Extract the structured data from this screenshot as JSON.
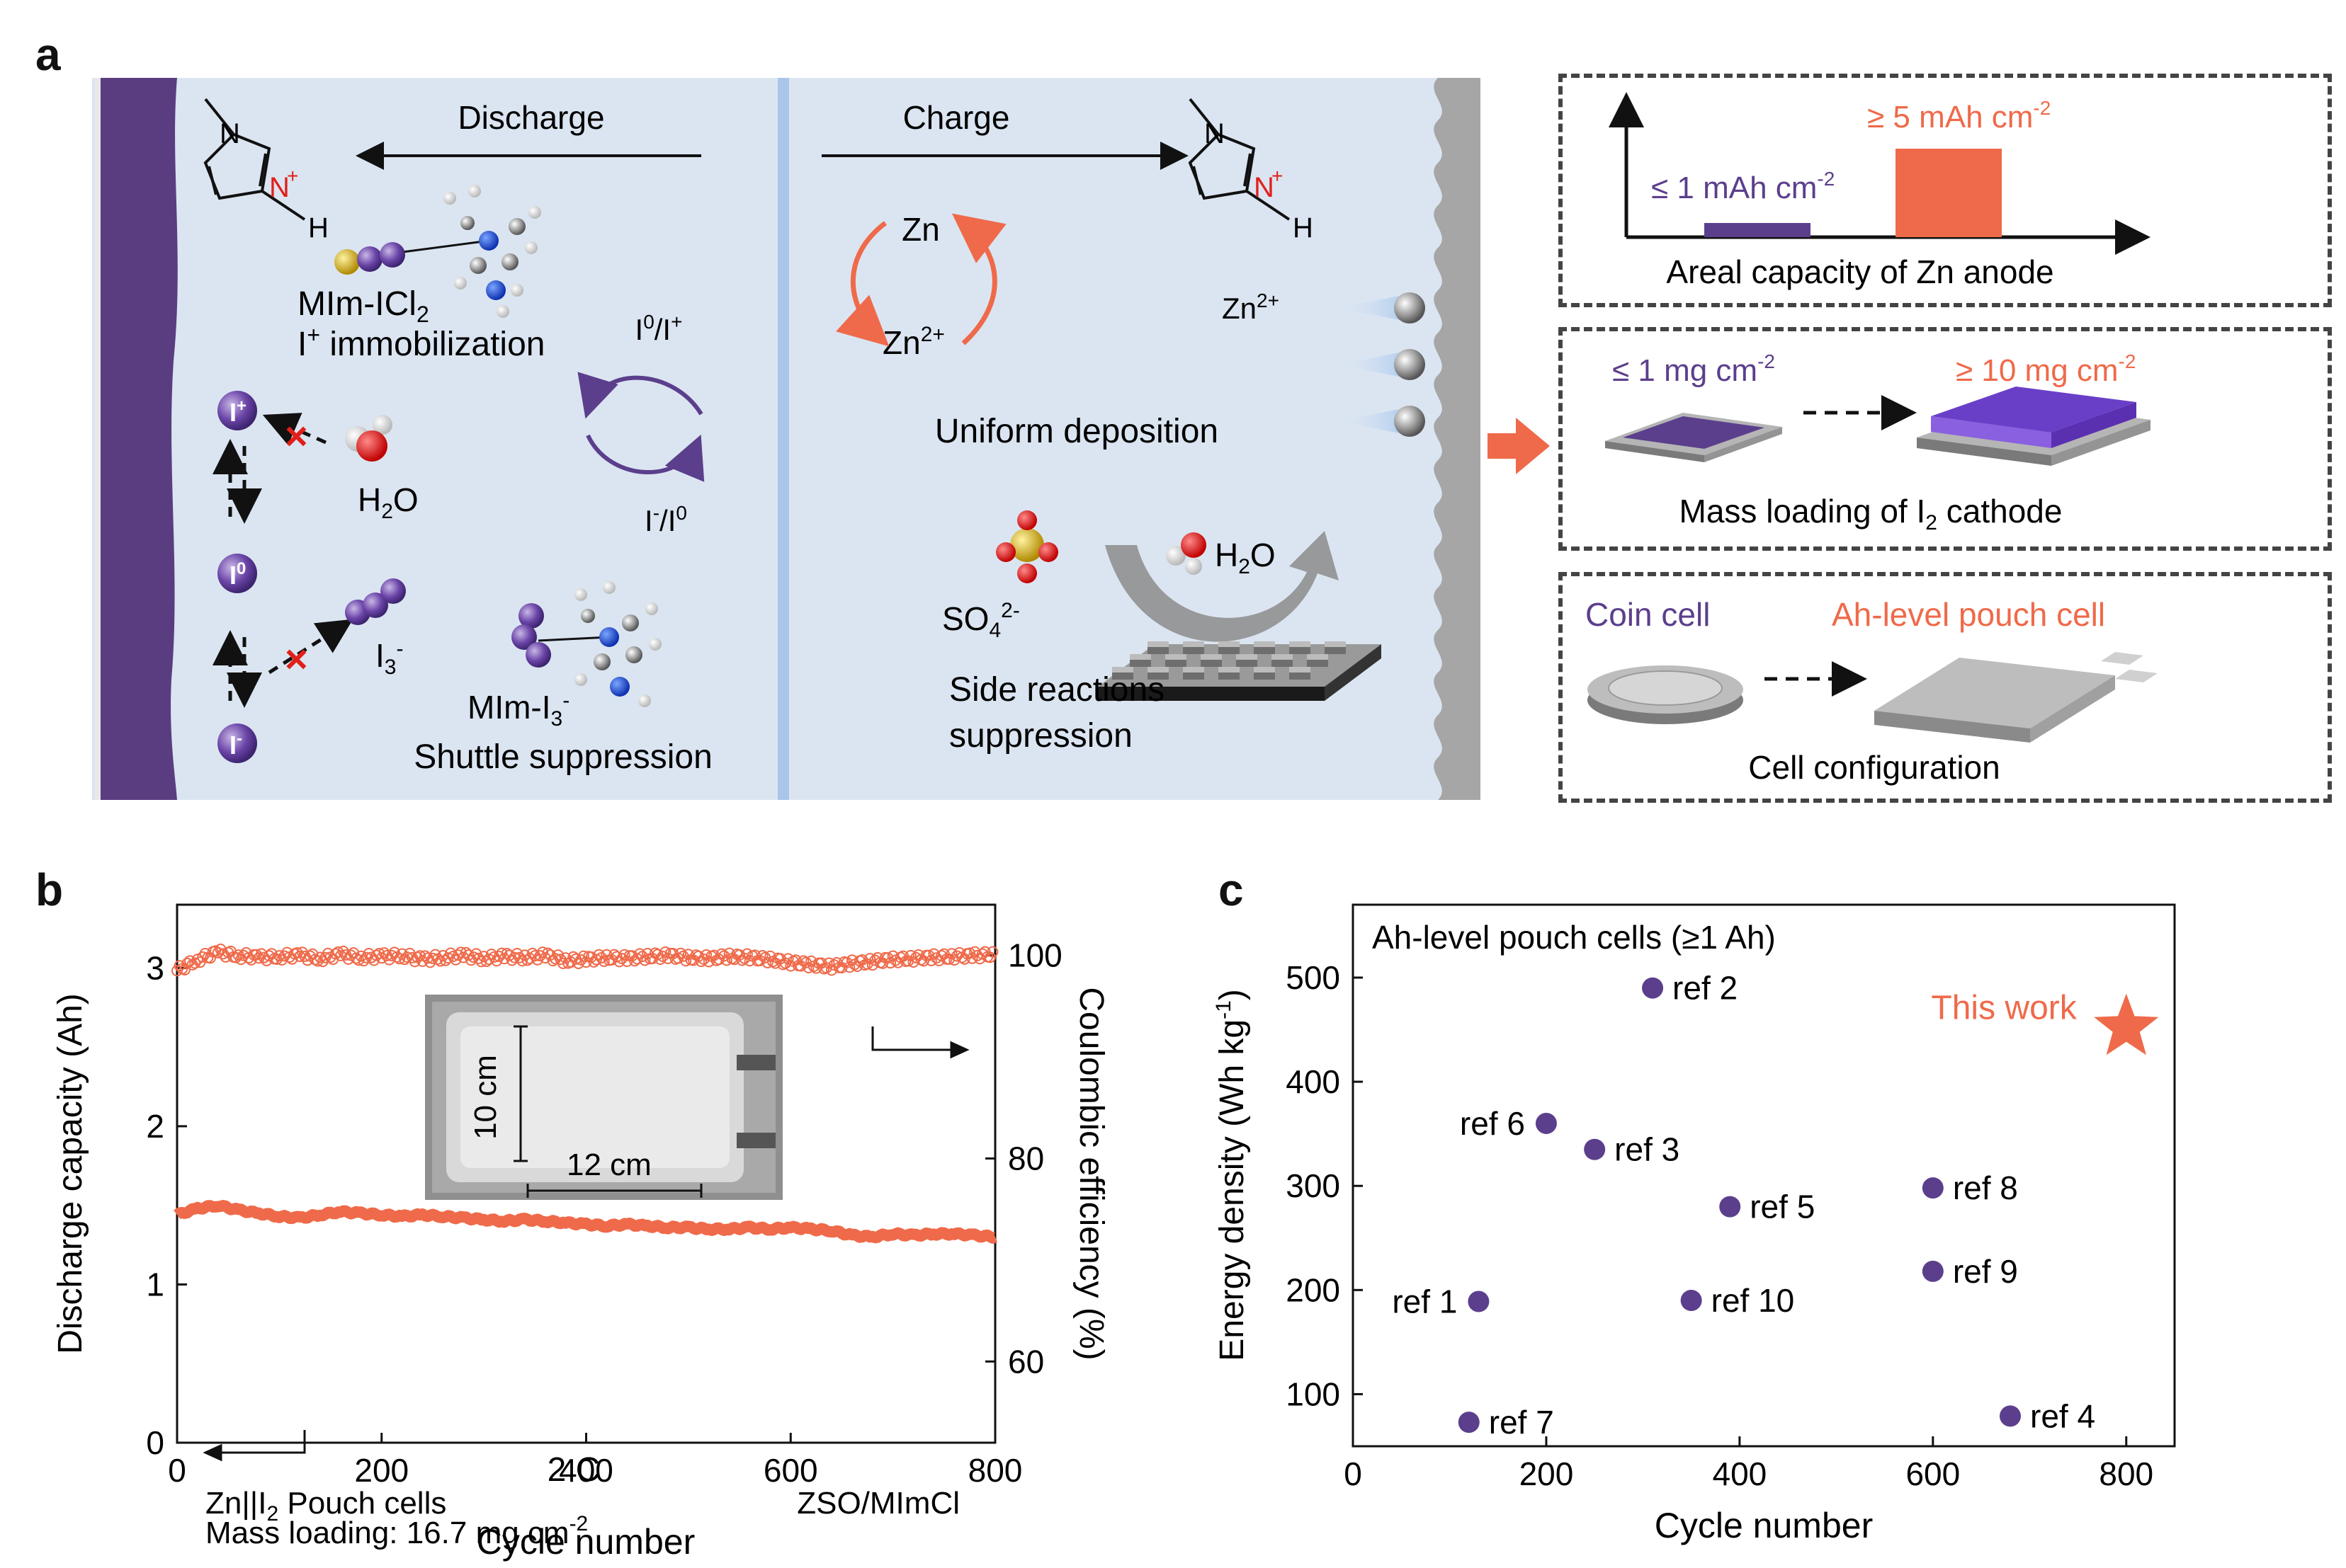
{
  "panel_labels": {
    "a": "a",
    "b": "b",
    "c": "c"
  },
  "panel_a": {
    "discharge_label": "Discharge",
    "charge_label": "Charge",
    "mim_icl2": "MIm-ICl",
    "mim_icl2_sub": "2",
    "i_plus_immobilization": "I",
    "i_plus_immobilization_sup": "+",
    "i_plus_immobilization_rest": " immobilization",
    "i0_iplus": "I",
    "i0_iplus_sup1": "0",
    "i0_iplus_mid": "/I",
    "i0_iplus_sup2": "+",
    "iminus_i0": "I",
    "iminus_i0_sup1": "-",
    "iminus_i0_mid": "/I",
    "iminus_i0_sup2": "0",
    "h2o_left": "H",
    "h2o_left_sub": "2",
    "h2o_left_rest": "O",
    "i3_label": "I",
    "i3_sub": "3",
    "i3_sup": "-",
    "mim_i3": "MIm-I",
    "mim_i3_sub": "3",
    "mim_i3_sup": "-",
    "shuttle_suppression": "Shuttle suppression",
    "ion_iplus": "I",
    "ion_iplus_sup": "+",
    "ion_i0": "I",
    "ion_i0_sup": "0",
    "ion_iminus": "I",
    "ion_iminus_sup": "-",
    "zn_label": "Zn",
    "zn2_label": "Zn",
    "zn2_sup": "2+",
    "zn2_right": "Zn",
    "zn2_right_sup": "2+",
    "uniform_deposition": "Uniform deposition",
    "so4_label": "SO",
    "so4_sub": "4",
    "so4_sup": "2-",
    "h2o_right": "H",
    "h2o_right_sub": "2",
    "h2o_right_rest": "O",
    "side_reactions_1": "Side reactions",
    "side_reactions_2": "suppression",
    "nh_n": "N",
    "nh_plus": "+",
    "nh_h": "H",
    "nh_n_top": "N"
  },
  "side_boxes": {
    "areal": {
      "low_label": "≤ 1 mAh cm",
      "low_sup": "-2",
      "high_label": "≥ 5 mAh cm",
      "high_sup": "-2",
      "caption": "Areal capacity of Zn anode",
      "low_value": 1,
      "high_value": 5
    },
    "mass": {
      "low_label": "≤ 1 mg cm",
      "low_sup": "-2",
      "high_label": "≥ 10 mg cm",
      "high_sup": "-2",
      "caption": "Mass loading of I",
      "caption_sub": "2",
      "caption_rest": " cathode"
    },
    "cell": {
      "left_label": "Coin cell",
      "right_label": "Ah-level pouch cell",
      "caption": "Cell configuration"
    }
  },
  "colors": {
    "purple": "#5b3f8c",
    "orange": "#ef6a4a",
    "panel_bg": "#dbe5f1",
    "electrode": "#5a3d80",
    "gray": "#a6a6a6"
  },
  "panel_b": {
    "ylabel_left": "Discharge capacity (Ah)",
    "ylabel_right": "Coulombic efficiency (%)",
    "xlabel": "Cycle number",
    "annotation_rate": "2 C",
    "legend_line1_a": "Zn||I",
    "legend_line1_sub": "2",
    "legend_line1_b": " Pouch cells",
    "legend_line2": "Mass loading: 16.7 mg cm",
    "legend_line2_sup": "-2",
    "legend_electrolyte": "ZSO/MImCl",
    "inset_height": "10 cm",
    "inset_width": "12 cm"
  },
  "panel_c": {
    "title": "Ah-level pouch cells (≥1 Ah)",
    "ylabel": "Energy density (Wh kg",
    "ylabel_sup": "-1",
    "ylabel_end": ")",
    "xlabel": "Cycle number",
    "this_work_label": "This work"
  },
  "chart_data": [
    {
      "type": "line",
      "xlabel": "Cycle number",
      "ylabel": "Discharge capacity (Ah)",
      "ylabel_right": "Coulombic efficiency (%)",
      "xlim": [
        0,
        800
      ],
      "ylim": [
        0,
        3.4
      ],
      "ylim_right": [
        52,
        105
      ],
      "xticks": [
        0,
        200,
        400,
        600,
        800
      ],
      "yticks": [
        0,
        1,
        2,
        3
      ],
      "yticks_right": [
        60,
        80,
        100
      ],
      "series": [
        {
          "axis": "left",
          "x": [
            0,
            20,
            40,
            60,
            80,
            100,
            120,
            140,
            160,
            180,
            200,
            220,
            240,
            260,
            280,
            300,
            320,
            340,
            360,
            380,
            400,
            420,
            440,
            460,
            480,
            500,
            520,
            540,
            560,
            580,
            600,
            620,
            640,
            660,
            680,
            700,
            720,
            740,
            760,
            780,
            800
          ],
          "values": [
            1.44,
            1.48,
            1.5,
            1.47,
            1.45,
            1.43,
            1.42,
            1.44,
            1.46,
            1.45,
            1.44,
            1.43,
            1.44,
            1.43,
            1.42,
            1.41,
            1.4,
            1.41,
            1.4,
            1.39,
            1.38,
            1.37,
            1.38,
            1.37,
            1.36,
            1.36,
            1.35,
            1.35,
            1.36,
            1.35,
            1.36,
            1.35,
            1.34,
            1.31,
            1.3,
            1.32,
            1.31,
            1.32,
            1.32,
            1.31,
            1.3
          ]
        },
        {
          "axis": "right",
          "x": [
            0,
            20,
            40,
            60,
            80,
            100,
            120,
            140,
            160,
            180,
            200,
            220,
            240,
            260,
            280,
            300,
            320,
            340,
            360,
            380,
            400,
            420,
            440,
            460,
            480,
            500,
            520,
            540,
            560,
            580,
            600,
            620,
            640,
            660,
            680,
            700,
            720,
            740,
            760,
            780,
            800
          ],
          "values": [
            98.5,
            99.6,
            100.3,
            100.0,
            99.8,
            99.9,
            100.0,
            99.7,
            100.1,
            99.8,
            99.9,
            100.0,
            99.6,
            99.8,
            100.0,
            99.7,
            99.9,
            99.8,
            100.0,
            99.5,
            99.6,
            99.8,
            99.7,
            99.9,
            100.0,
            99.8,
            99.7,
            99.9,
            99.8,
            99.6,
            99.3,
            99.1,
            98.9,
            99.2,
            99.4,
            99.6,
            99.7,
            99.8,
            99.9,
            100.0,
            100.1
          ]
        }
      ]
    },
    {
      "type": "scatter",
      "title": "Ah-level pouch cells (≥1 Ah)",
      "xlabel": "Cycle number",
      "ylabel": "Energy density (Wh kg-1)",
      "xlim": [
        0,
        850
      ],
      "ylim": [
        50,
        570
      ],
      "xticks": [
        0,
        200,
        400,
        600,
        800
      ],
      "yticks": [
        100,
        200,
        300,
        400,
        500
      ],
      "points": [
        {
          "label": "ref 1",
          "x": 130,
          "y": 189
        },
        {
          "label": "ref 2",
          "x": 310,
          "y": 490
        },
        {
          "label": "ref 3",
          "x": 250,
          "y": 335
        },
        {
          "label": "ref 4",
          "x": 680,
          "y": 79
        },
        {
          "label": "ref 5",
          "x": 390,
          "y": 280
        },
        {
          "label": "ref 6",
          "x": 200,
          "y": 360
        },
        {
          "label": "ref 7",
          "x": 120,
          "y": 73
        },
        {
          "label": "ref 8",
          "x": 600,
          "y": 298
        },
        {
          "label": "ref 9",
          "x": 600,
          "y": 218
        },
        {
          "label": "ref 10",
          "x": 350,
          "y": 190
        }
      ],
      "highlight": {
        "label": "This work",
        "x": 800,
        "y": 452,
        "marker": "star"
      }
    }
  ]
}
